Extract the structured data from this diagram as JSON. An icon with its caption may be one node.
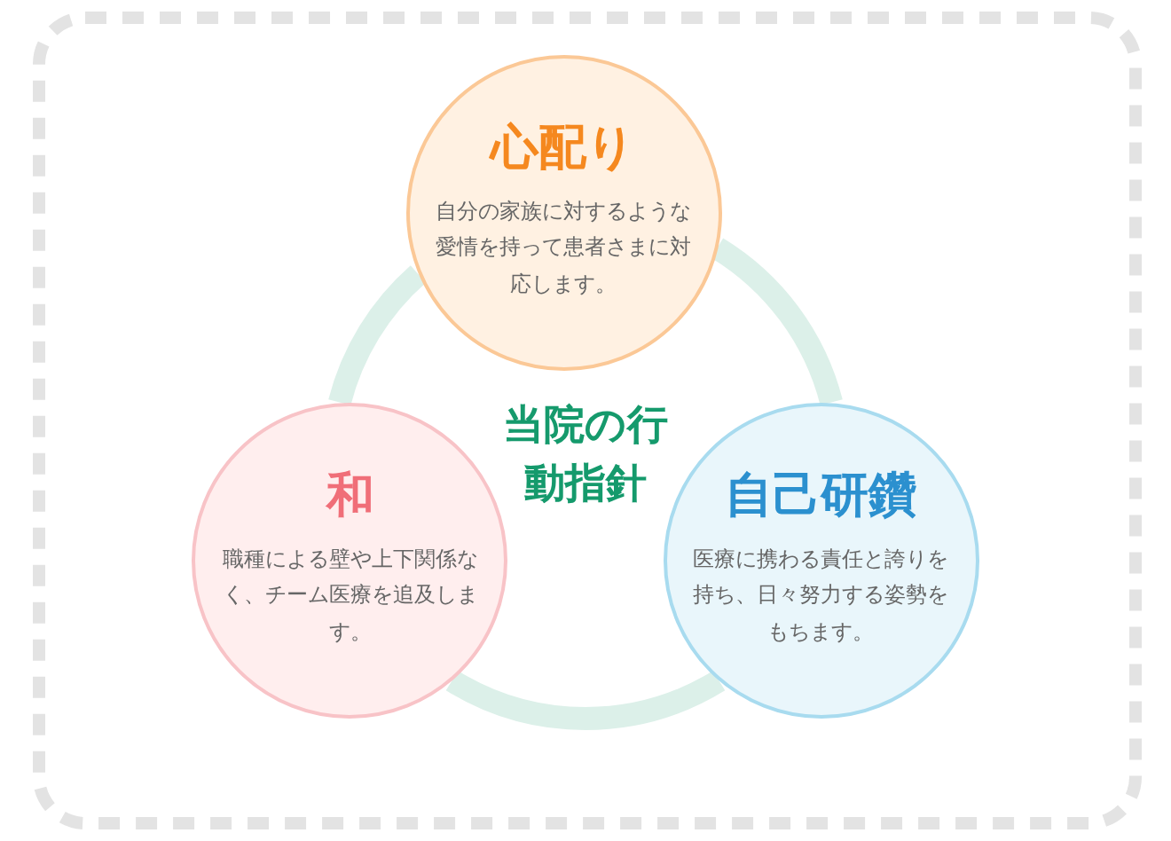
{
  "diagram": {
    "title": "当院の行動指針",
    "nodes": [
      {
        "text": [
          "心配り",
          "自分の家族に対するような愛情を持って患者さまに対応します。"
        ]
      },
      {
        "text": [
          "和",
          "職種による壁や上下関係なく、チーム医療を追及します。"
        ]
      },
      {
        "text": [
          "自己研鑽",
          "医療に携わる責任と誇りを持ち、日々努力する姿勢をもちます。"
        ]
      }
    ],
    "edges": [
      {
        "from": 0,
        "to": 1,
        "arrow": "none"
      },
      {
        "from": 1,
        "to": 2,
        "arrow": "none"
      },
      {
        "from": 2,
        "to": 0,
        "arrow": "none"
      }
    ]
  }
}
